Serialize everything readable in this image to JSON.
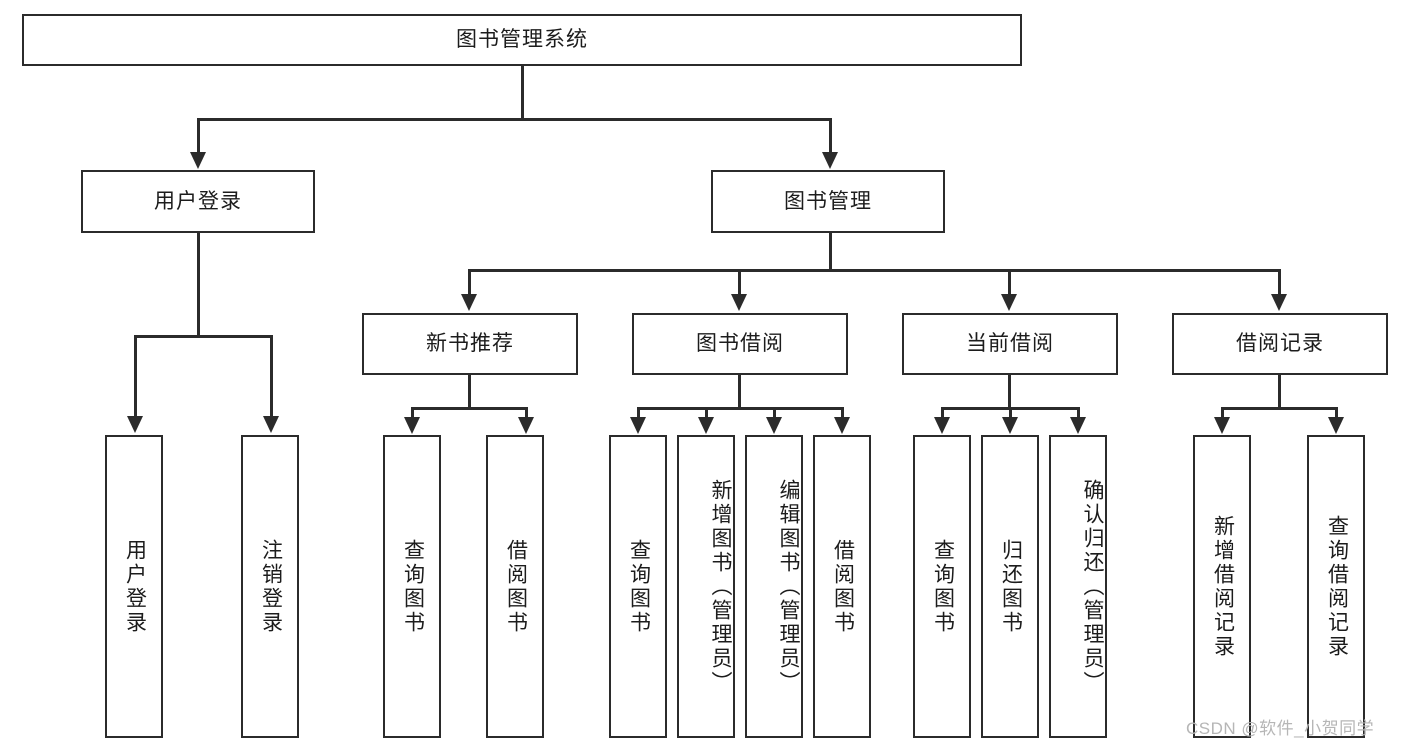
{
  "diagram": {
    "type": "tree",
    "title": "图书管理系统",
    "root": {
      "label": "图书管理系统",
      "children": [
        {
          "label": "用户登录",
          "children": [
            {
              "label": "用户登录"
            },
            {
              "label": "注销登录"
            }
          ]
        },
        {
          "label": "图书管理",
          "children": [
            {
              "label": "新书推荐",
              "children": [
                {
                  "label": "查询图书"
                },
                {
                  "label": "借阅图书"
                }
              ]
            },
            {
              "label": "图书借阅",
              "children": [
                {
                  "label": "查询图书"
                },
                {
                  "label": "新增图书（管理员）"
                },
                {
                  "label": "编辑图书（管理员）"
                },
                {
                  "label": "借阅图书"
                }
              ]
            },
            {
              "label": "当前借阅",
              "children": [
                {
                  "label": "查询图书"
                },
                {
                  "label": "归还图书"
                },
                {
                  "label": "确认归还（管理员）"
                }
              ]
            },
            {
              "label": "借阅记录",
              "children": [
                {
                  "label": "新增借阅记录"
                },
                {
                  "label": "查询借阅记录"
                }
              ]
            }
          ]
        }
      ]
    }
  },
  "labels": {
    "root": "图书管理系统",
    "l1_user_login": "用户登录",
    "l1_book_manage": "图书管理",
    "l2_new_book": "新书推荐",
    "l2_borrow": "图书借阅",
    "l2_current": "当前借阅",
    "l2_record": "借阅记录",
    "leaf_user_login": "用户登录",
    "leaf_logout": "注销登录",
    "leaf_nb_query": "查询图书",
    "leaf_nb_borrow": "借阅图书",
    "leaf_bb_query": "查询图书",
    "leaf_bb_add": "新增图书（管理员）",
    "leaf_bb_edit": "编辑图书（管理员）",
    "leaf_bb_borrow": "借阅图书",
    "leaf_cb_query": "查询图书",
    "leaf_cb_return": "归还图书",
    "leaf_cb_confirm": "确认归还（管理员）",
    "leaf_rec_add": "新增借阅记录",
    "leaf_rec_query": "查询借阅记录"
  },
  "watermark": {
    "text": "CSDN @软件_小贺同学"
  },
  "colors": {
    "stroke": "#2b2b2b",
    "fill": "#ffffff",
    "text": "#1c1c1c",
    "watermark": "#b6b6b6"
  }
}
